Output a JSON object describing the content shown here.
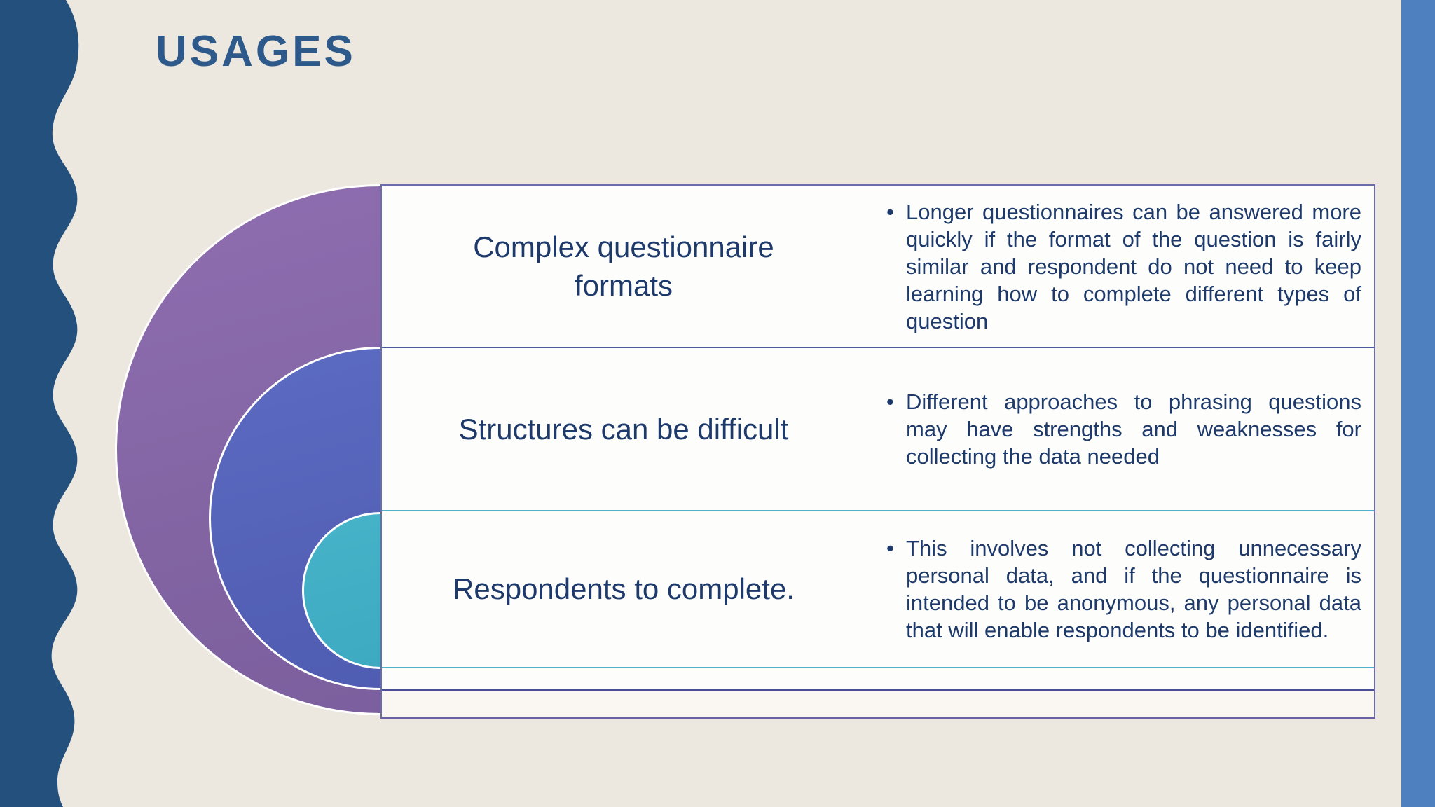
{
  "slide": {
    "title": "USAGES"
  },
  "glyphs": {
    "bullet": "•"
  },
  "table": {
    "rows": [
      {
        "heading": "Complex questionnaire\nformats",
        "bullet": "Longer questionnaires can be answered more quickly if the format of the question is fairly similar and respondent do not need to keep learning how to complete different types of question"
      },
      {
        "heading": "Structures can be difficult",
        "bullet": "Different approaches to phrasing questions may have strengths and weaknesses for collecting the data needed"
      },
      {
        "heading": "Respondents to complete.",
        "bullet": "This involves not collecting unnecessary personal data, and if the questionnaire is intended to be anonymous, any personal data that will enable respondents to be identified."
      }
    ]
  },
  "colors": {
    "background": "#ECE7DF",
    "left_band_navy": "#24507D",
    "right_bar_blue": "#4E80BF",
    "title_blue": "#2D5A8A",
    "text_navy": "#1E3A6B",
    "circle_purple": "#8264A3",
    "circle_blue": "#5360B6",
    "circle_teal": "#3FAEC6",
    "border_slate": "#6B6CAB",
    "border_divider_blue": "#4F5A9E",
    "border_teal": "#4FB2C9",
    "border_bottom_purple": "#6A60A4",
    "cell_background": "#FDFDFB"
  }
}
